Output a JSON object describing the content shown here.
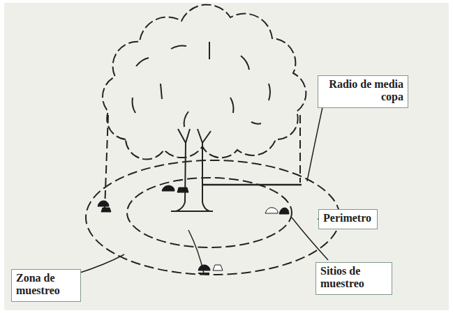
{
  "diagram": {
    "nodes": [
      {
        "text": [
          "Radio de media copa"
        ]
      },
      {
        "text": [
          "Perimetro"
        ]
      },
      {
        "text": [
          "Zona de muestreo"
        ]
      },
      {
        "text": [
          "Sitios de muestreo"
        ]
      }
    ]
  }
}
